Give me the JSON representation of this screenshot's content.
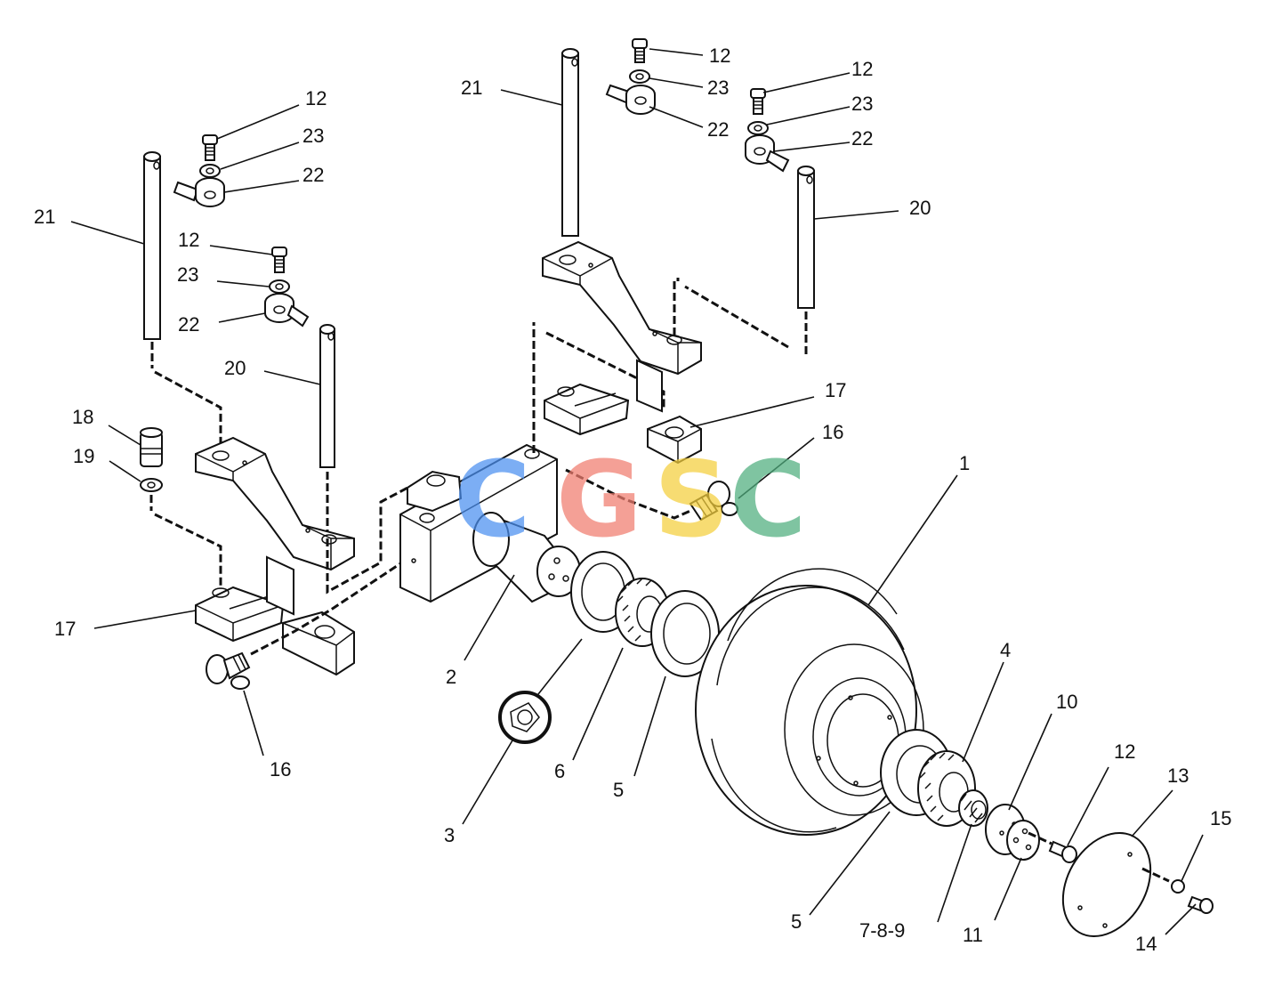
{
  "callouts": [
    {
      "id": "1",
      "text": "1"
    },
    {
      "id": "2",
      "text": "2"
    },
    {
      "id": "3",
      "text": "3"
    },
    {
      "id": "4",
      "text": "4"
    },
    {
      "id": "5a",
      "text": "5"
    },
    {
      "id": "5b",
      "text": "5"
    },
    {
      "id": "6",
      "text": "6"
    },
    {
      "id": "789",
      "text": "7-8-9"
    },
    {
      "id": "10",
      "text": "10"
    },
    {
      "id": "11",
      "text": "11"
    },
    {
      "id": "12a",
      "text": "12"
    },
    {
      "id": "12b",
      "text": "12"
    },
    {
      "id": "12c",
      "text": "12"
    },
    {
      "id": "12d",
      "text": "12"
    },
    {
      "id": "12e",
      "text": "12"
    },
    {
      "id": "13",
      "text": "13"
    },
    {
      "id": "14",
      "text": "14"
    },
    {
      "id": "15",
      "text": "15"
    },
    {
      "id": "16a",
      "text": "16"
    },
    {
      "id": "16b",
      "text": "16"
    },
    {
      "id": "17a",
      "text": "17"
    },
    {
      "id": "17b",
      "text": "17"
    },
    {
      "id": "18",
      "text": "18"
    },
    {
      "id": "19",
      "text": "19"
    },
    {
      "id": "20a",
      "text": "20"
    },
    {
      "id": "20b",
      "text": "20"
    },
    {
      "id": "21a",
      "text": "21"
    },
    {
      "id": "21b",
      "text": "21"
    },
    {
      "id": "22a",
      "text": "22"
    },
    {
      "id": "22b",
      "text": "22"
    },
    {
      "id": "22c",
      "text": "22"
    },
    {
      "id": "23a",
      "text": "23"
    },
    {
      "id": "23b",
      "text": "23"
    },
    {
      "id": "23c",
      "text": "23"
    }
  ],
  "watermark": {
    "letters": [
      "C",
      "G",
      "S",
      "C"
    ],
    "colors": [
      "#4a8ff0",
      "#f07c6e",
      "#f5cf3c",
      "#4fae7e"
    ]
  }
}
